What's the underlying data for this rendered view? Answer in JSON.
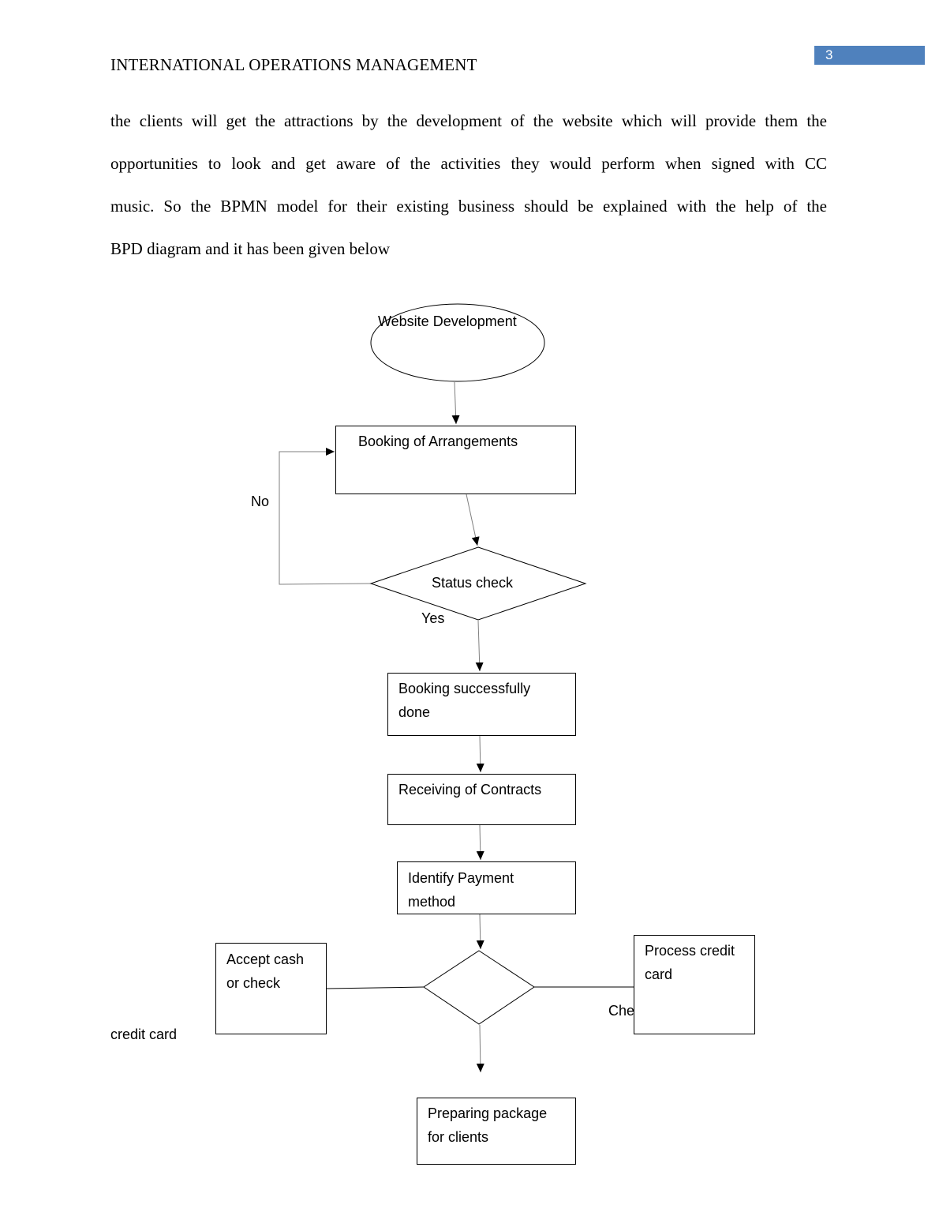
{
  "header": {
    "running_title": "INTERNATIONAL OPERATIONS MANAGEMENT",
    "page_number": "3"
  },
  "body": {
    "lines": [
      "the clients will get the attractions by the development of the website which will provide them the",
      "opportunities to look and get aware of the activities they would perform when signed with CC",
      "music. So the BPMN model for their existing business should be explained with the help of the",
      "BPD diagram and it has been given below"
    ]
  },
  "diagram": {
    "start": "Website Development",
    "booking": "Booking of Arrangements",
    "status": "Status check",
    "no_label": "No",
    "yes_label": "Yes",
    "success": [
      "Booking successfully",
      "done"
    ],
    "contracts": "Receiving of Contracts",
    "payment": [
      "Identify Payment",
      "method"
    ],
    "cash": [
      "Accept cash",
      "or check"
    ],
    "credit": [
      "Process credit",
      "card"
    ],
    "check_label": "Che",
    "credit_card_label": "credit card",
    "package": [
      "Preparing package",
      "for clients"
    ]
  },
  "colors": {
    "page_number_bg": "#4f81bd",
    "connector": "#7f7f7f"
  }
}
